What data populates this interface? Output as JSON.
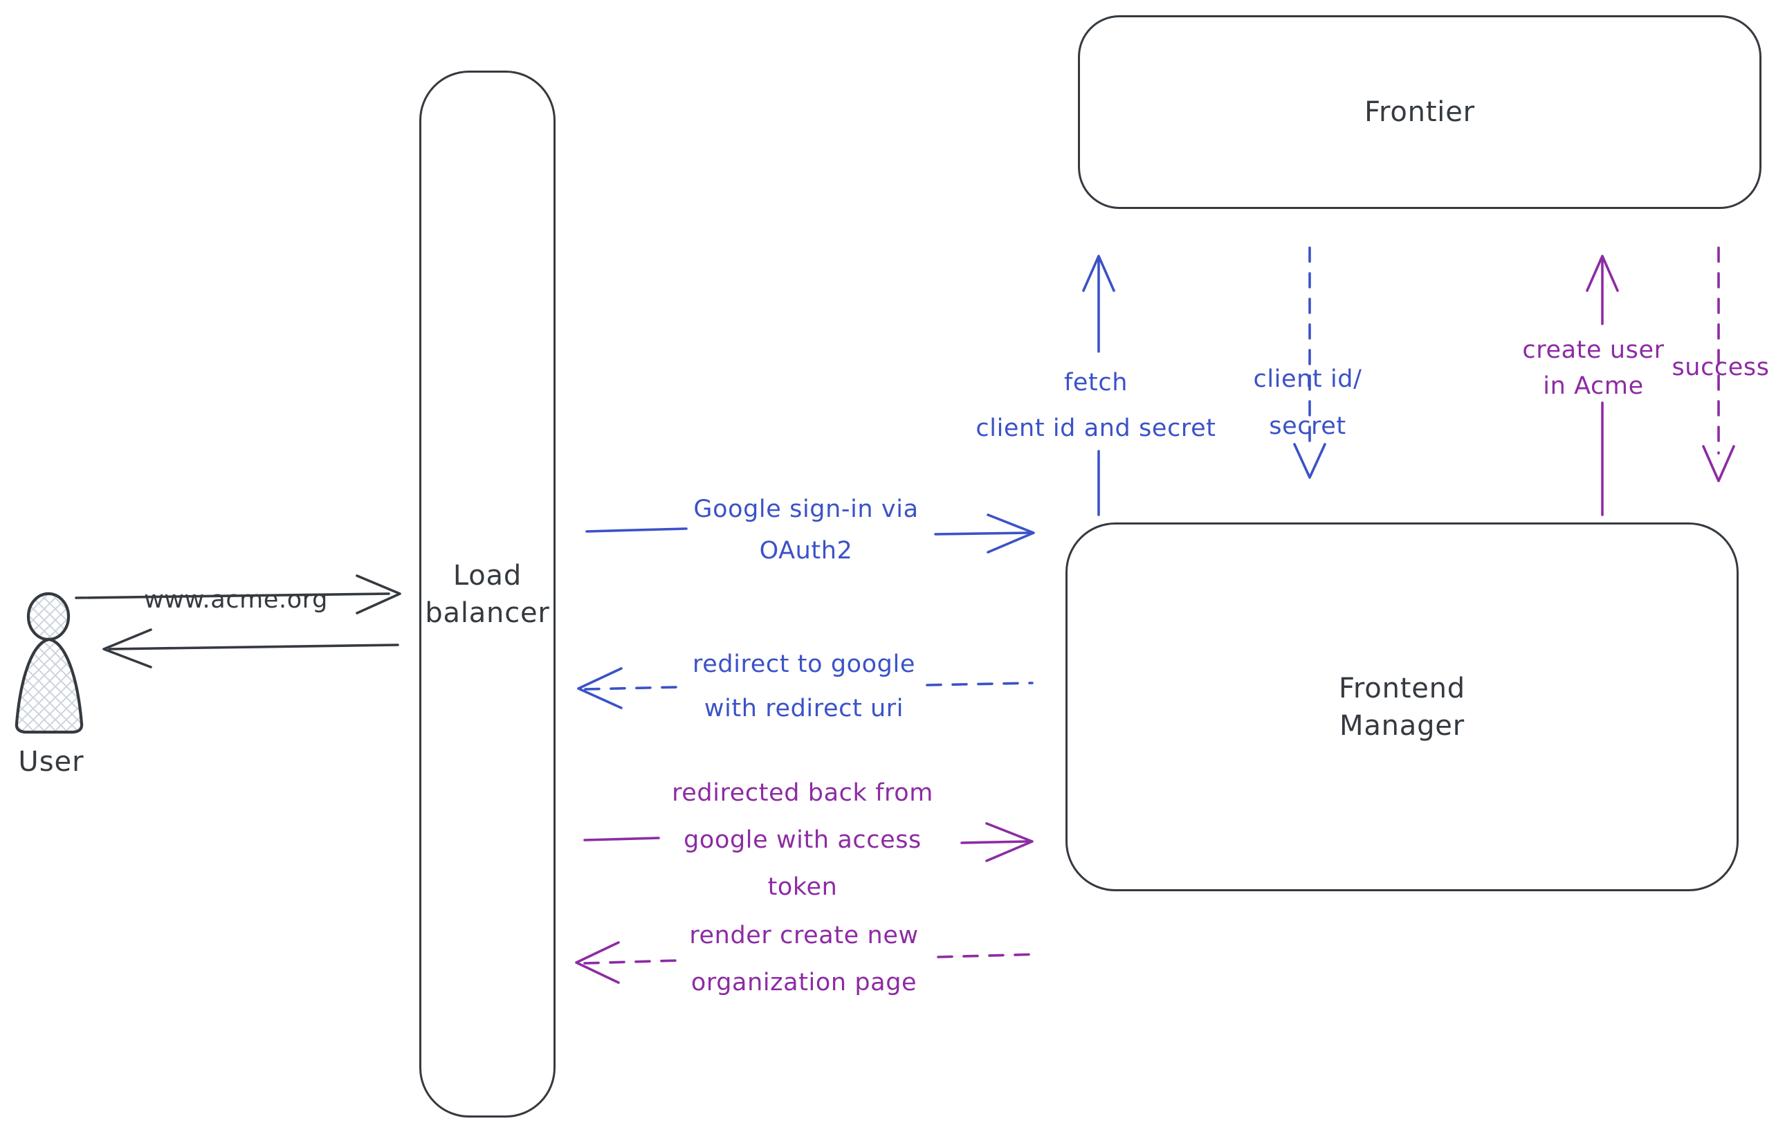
{
  "colors": {
    "bg": "#ffffff",
    "ink": "#343a40",
    "blue": "#3b52c7",
    "purple": "#8d2ba3",
    "hatch": "#ccd4dd"
  },
  "nodes": {
    "frontier": {
      "label": "Frontier"
    },
    "load_balancer": {
      "lines": [
        "Load",
        "balancer"
      ]
    },
    "frontend_manager": {
      "lines": [
        "Frontend",
        "Manager"
      ]
    }
  },
  "actor": {
    "label": "User"
  },
  "edges": {
    "acme_request": {
      "label": "www.acme.org",
      "style": "solid",
      "color": "ink",
      "direction": "right"
    },
    "acme_response": {
      "style": "solid",
      "color": "ink",
      "direction": "left"
    },
    "google_signin": {
      "lines": [
        "Google sign-in via",
        "OAuth2"
      ],
      "style": "solid",
      "color": "blue",
      "direction": "right"
    },
    "redirect_google": {
      "lines": [
        "redirect to google",
        "with redirect uri"
      ],
      "style": "dashed",
      "color": "blue",
      "direction": "left"
    },
    "redirected_back": {
      "lines": [
        "redirected back from",
        "google with access",
        "token"
      ],
      "style": "solid",
      "color": "purple",
      "direction": "right"
    },
    "render_org_page": {
      "lines": [
        "render create new",
        "organization page"
      ],
      "style": "dashed",
      "color": "purple",
      "direction": "left"
    },
    "fetch_client_secret": {
      "lines": [
        "fetch",
        "client id and secret"
      ],
      "style": "solid",
      "color": "blue",
      "direction": "up"
    },
    "client_id_secret": {
      "lines": [
        "client id/",
        "secret"
      ],
      "style": "dashed",
      "color": "blue",
      "direction": "down"
    },
    "create_user": {
      "lines": [
        "create user",
        "in Acme"
      ],
      "style": "solid",
      "color": "purple",
      "direction": "up"
    },
    "success": {
      "label": "success",
      "style": "dashed",
      "color": "purple",
      "direction": "down"
    }
  }
}
